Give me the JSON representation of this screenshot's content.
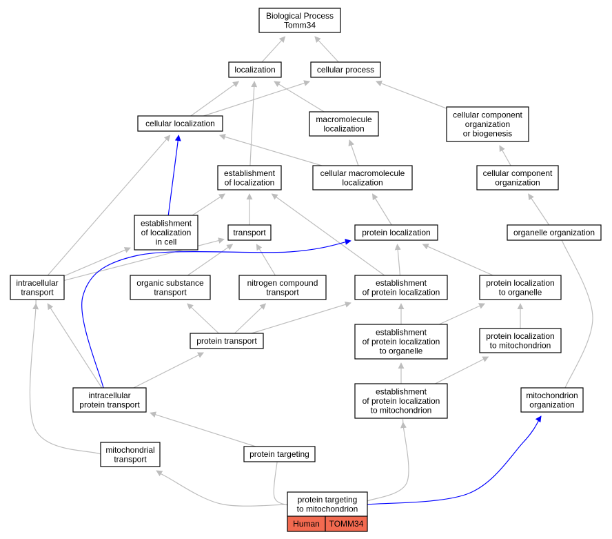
{
  "colors": {
    "edge_default": "#bdbdbd",
    "edge_highlight": "#0000ff",
    "node_border": "#000000",
    "node_fill": "#ffffff",
    "tag_fill": "#f26a50"
  },
  "nodes": [
    {
      "id": "bp_tomm34",
      "lines": [
        "Biological Process",
        "Tomm34"
      ]
    },
    {
      "id": "localization",
      "lines": [
        "localization"
      ]
    },
    {
      "id": "cellular_process",
      "lines": [
        "cellular process"
      ]
    },
    {
      "id": "cellular_localization",
      "lines": [
        "cellular localization"
      ]
    },
    {
      "id": "macromolecule_localization",
      "lines": [
        "macromolecule",
        "localization"
      ]
    },
    {
      "id": "ccob",
      "lines": [
        "cellular component",
        "organization",
        "or biogenesis"
      ]
    },
    {
      "id": "establishment_of_localization",
      "lines": [
        "establishment",
        "of localization"
      ]
    },
    {
      "id": "cellular_macromolecule_localization",
      "lines": [
        "cellular macromolecule",
        "localization"
      ]
    },
    {
      "id": "cellular_component_organization",
      "lines": [
        "cellular component",
        "organization"
      ]
    },
    {
      "id": "establishment_loc_in_cell",
      "lines": [
        "establishment",
        "of localization",
        "in cell"
      ]
    },
    {
      "id": "transport",
      "lines": [
        "transport"
      ]
    },
    {
      "id": "protein_localization",
      "lines": [
        "protein localization"
      ]
    },
    {
      "id": "organelle_organization",
      "lines": [
        "organelle organization"
      ]
    },
    {
      "id": "intracellular_transport",
      "lines": [
        "intracellular",
        "transport"
      ]
    },
    {
      "id": "organic_substance_transport",
      "lines": [
        "organic substance",
        "transport"
      ]
    },
    {
      "id": "nitrogen_compound_transport",
      "lines": [
        "nitrogen compound",
        "transport"
      ]
    },
    {
      "id": "establishment_protein_localization",
      "lines": [
        "establishment",
        "of protein localization"
      ]
    },
    {
      "id": "protein_localization_to_organelle",
      "lines": [
        "protein localization",
        "to organelle"
      ]
    },
    {
      "id": "protein_transport",
      "lines": [
        "protein transport"
      ]
    },
    {
      "id": "establishment_pl_to_organelle",
      "lines": [
        "establishment",
        "of protein localization",
        "to organelle"
      ]
    },
    {
      "id": "protein_localization_to_mitochondrion",
      "lines": [
        "protein localization",
        "to mitochondrion"
      ]
    },
    {
      "id": "intracellular_protein_transport",
      "lines": [
        "intracellular",
        "protein transport"
      ]
    },
    {
      "id": "establishment_pl_to_mitochondrion",
      "lines": [
        "establishment",
        "of protein localization",
        "to mitochondrion"
      ]
    },
    {
      "id": "mitochondrion_organization",
      "lines": [
        "mitochondrion",
        "organization"
      ]
    },
    {
      "id": "mitochondrial_transport",
      "lines": [
        "mitochondrial",
        "transport"
      ]
    },
    {
      "id": "protein_targeting",
      "lines": [
        "protein targeting"
      ]
    },
    {
      "id": "protein_targeting_to_mitochondrion",
      "lines": [
        "protein targeting",
        "to mitochondrion"
      ]
    }
  ],
  "gene_tag": {
    "species": "Human",
    "gene": "TOMM34"
  },
  "edges": [
    {
      "from": "localization",
      "to": "bp_tomm34",
      "highlight": false
    },
    {
      "from": "cellular_process",
      "to": "bp_tomm34",
      "highlight": false
    },
    {
      "from": "cellular_localization",
      "to": "localization",
      "highlight": false
    },
    {
      "from": "cellular_localization",
      "to": "cellular_process",
      "highlight": false
    },
    {
      "from": "macromolecule_localization",
      "to": "localization",
      "highlight": false
    },
    {
      "from": "ccob",
      "to": "cellular_process",
      "highlight": false
    },
    {
      "from": "establishment_of_localization",
      "to": "localization",
      "highlight": false
    },
    {
      "from": "cellular_macromolecule_localization",
      "to": "cellular_localization",
      "highlight": false
    },
    {
      "from": "cellular_macromolecule_localization",
      "to": "macromolecule_localization",
      "highlight": false
    },
    {
      "from": "cellular_component_organization",
      "to": "ccob",
      "highlight": false
    },
    {
      "from": "establishment_loc_in_cell",
      "to": "cellular_localization",
      "highlight": true
    },
    {
      "from": "establishment_loc_in_cell",
      "to": "establishment_of_localization",
      "highlight": false
    },
    {
      "from": "transport",
      "to": "establishment_of_localization",
      "highlight": false
    },
    {
      "from": "protein_localization",
      "to": "cellular_macromolecule_localization",
      "highlight": false
    },
    {
      "from": "organelle_organization",
      "to": "cellular_component_organization",
      "highlight": false
    },
    {
      "from": "intracellular_transport",
      "to": "cellular_localization",
      "highlight": false
    },
    {
      "from": "intracellular_transport",
      "to": "establishment_loc_in_cell",
      "highlight": false
    },
    {
      "from": "intracellular_transport",
      "to": "transport",
      "highlight": false
    },
    {
      "from": "organic_substance_transport",
      "to": "transport",
      "highlight": false
    },
    {
      "from": "nitrogen_compound_transport",
      "to": "transport",
      "highlight": false
    },
    {
      "from": "establishment_protein_localization",
      "to": "establishment_of_localization",
      "highlight": false
    },
    {
      "from": "establishment_protein_localization",
      "to": "protein_localization",
      "highlight": false
    },
    {
      "from": "protein_localization_to_organelle",
      "to": "protein_localization",
      "highlight": false
    },
    {
      "from": "protein_transport",
      "to": "organic_substance_transport",
      "highlight": false
    },
    {
      "from": "protein_transport",
      "to": "nitrogen_compound_transport",
      "highlight": false
    },
    {
      "from": "protein_transport",
      "to": "establishment_protein_localization",
      "highlight": false
    },
    {
      "from": "establishment_pl_to_organelle",
      "to": "establishment_protein_localization",
      "highlight": false
    },
    {
      "from": "establishment_pl_to_organelle",
      "to": "protein_localization_to_organelle",
      "highlight": false
    },
    {
      "from": "protein_localization_to_mitochondrion",
      "to": "protein_localization_to_organelle",
      "highlight": false
    },
    {
      "from": "intracellular_protein_transport",
      "to": "intracellular_transport",
      "highlight": false
    },
    {
      "from": "intracellular_protein_transport",
      "to": "protein_transport",
      "highlight": false
    },
    {
      "from": "intracellular_protein_transport",
      "to": "protein_localization",
      "highlight": true
    },
    {
      "from": "establishment_pl_to_mitochondrion",
      "to": "establishment_pl_to_organelle",
      "highlight": false
    },
    {
      "from": "establishment_pl_to_mitochondrion",
      "to": "protein_localization_to_mitochondrion",
      "highlight": false
    },
    {
      "from": "mitochondrion_organization",
      "to": "organelle_organization",
      "highlight": false
    },
    {
      "from": "mitochondrial_transport",
      "to": "intracellular_transport",
      "highlight": false
    },
    {
      "from": "protein_targeting",
      "to": "intracellular_protein_transport",
      "highlight": false
    },
    {
      "from": "protein_targeting_to_mitochondrion",
      "to": "mitochondrial_transport",
      "highlight": false
    },
    {
      "from": "protein_targeting_to_mitochondrion",
      "to": "protein_targeting",
      "highlight": false
    },
    {
      "from": "protein_targeting_to_mitochondrion",
      "to": "establishment_pl_to_mitochondrion",
      "highlight": false
    },
    {
      "from": "protein_targeting_to_mitochondrion",
      "to": "mitochondrion_organization",
      "highlight": true
    }
  ]
}
